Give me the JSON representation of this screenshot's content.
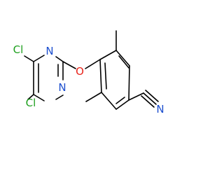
{
  "molecule": {
    "atoms": {
      "cl1": "Cl",
      "n1": "N",
      "n2": "N",
      "cl2": "Cl",
      "o": "O",
      "n_nitrile": "N"
    },
    "colors": {
      "bond": "#000000",
      "Cl": "#1fa01f",
      "N": "#1d4fcf",
      "O": "#e8231b"
    }
  }
}
